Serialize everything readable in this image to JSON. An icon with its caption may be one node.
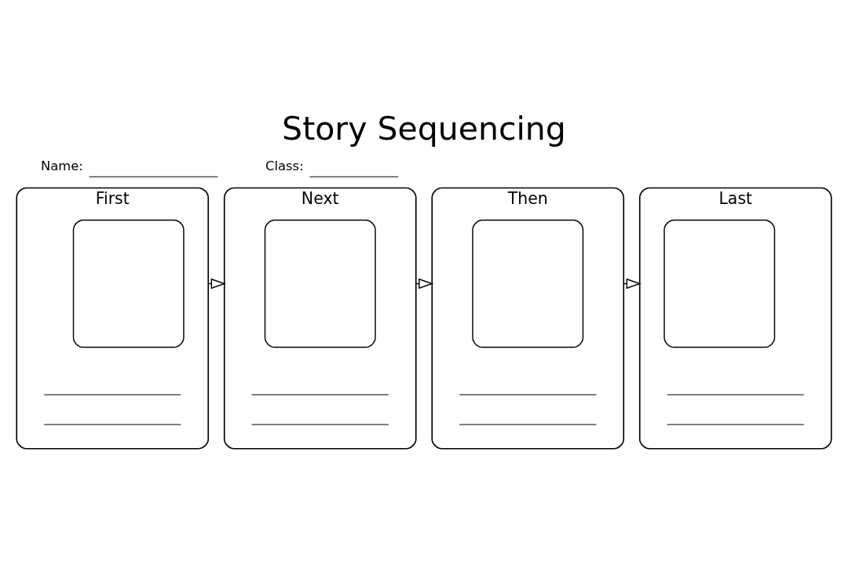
{
  "diagram": {
    "title": "Story Sequencing",
    "nodes": [
      {
        "text": [
          "First"
        ]
      },
      {
        "text": [
          "Next"
        ]
      },
      {
        "text": [
          "Then"
        ]
      },
      {
        "text": [
          "Last"
        ]
      },
      {
        "text": [],
        "shape": "box",
        "in": 0
      },
      {
        "text": [],
        "shape": "box",
        "in": 1
      },
      {
        "text": [],
        "shape": "box",
        "in": 2
      },
      {
        "text": [],
        "shape": "box",
        "in": 3
      }
    ],
    "edges": [
      {
        "from": 0,
        "to": 1,
        "arrow": "to"
      },
      {
        "from": 1,
        "to": 2,
        "arrow": "to"
      },
      {
        "from": 2,
        "to": 3,
        "arrow": "to"
      }
    ],
    "labels": [
      "Name:",
      "Class:"
    ]
  }
}
